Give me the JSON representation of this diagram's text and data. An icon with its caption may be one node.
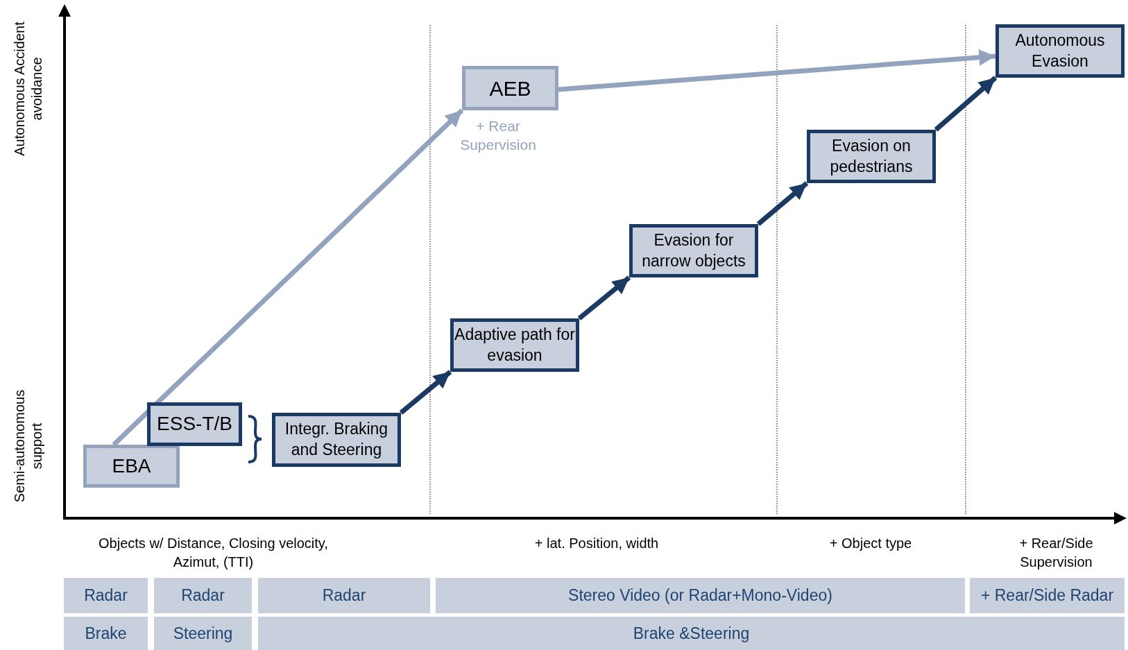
{
  "diagram": {
    "nodes": [
      {
        "text": [
          "EBA"
        ]
      },
      {
        "text": [
          "ESS-T/B"
        ]
      },
      {
        "text": [
          "Integr. Braking and Steering"
        ]
      },
      {
        "text": [
          "AEB"
        ],
        "beside": [
          "+ Rear Supervision"
        ]
      },
      {
        "text": [
          "Adaptive path for evasion"
        ]
      },
      {
        "text": [
          "Evasion for narrow objects"
        ]
      },
      {
        "text": [
          "Evasion on pedestrians"
        ]
      },
      {
        "text": [
          "Autonomous Evasion"
        ]
      }
    ],
    "edges": [
      {
        "from": 0,
        "to": 3,
        "arrow": "to",
        "color": "#94a3bd"
      },
      {
        "from": 3,
        "to": 7,
        "arrow": "to",
        "color": "#94a3bd"
      },
      {
        "from": 2,
        "to": 4,
        "arrow": "to"
      },
      {
        "from": 4,
        "to": 5,
        "arrow": "to"
      },
      {
        "from": 5,
        "to": 6,
        "arrow": "to"
      },
      {
        "from": 6,
        "to": 7,
        "arrow": "to"
      }
    ],
    "labels": [
      "Autonomous Accident avoidance",
      "Semi-autonomous support",
      "Objects w/ Distance, Closing velocity, Azimut, (TTI)",
      "+ lat. Position, width",
      "+ Object type",
      "+ Rear/Side Supervision",
      "Radar",
      "Radar",
      "Radar",
      "Stereo Video (or Radar+Mono-Video)",
      "+ Rear/Side Radar",
      "Brake",
      "Steering",
      "Brake &Steering"
    ]
  }
}
